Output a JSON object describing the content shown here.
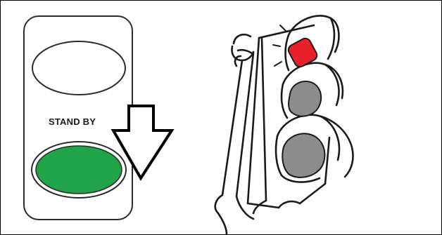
{
  "indicator_panel": {
    "label": "STAND BY",
    "top_lamp_color": "#ffffff",
    "bottom_lamp_color": "#1fa447"
  },
  "arrow": {
    "direction": "down",
    "icon": "arrow-down-outline-icon"
  },
  "traffic_light": {
    "icon": "traffic-light-icon",
    "active_signal": "red",
    "top_lamp_color": "#e8202a",
    "middle_lamp_color": "#8c8c8c",
    "bottom_lamp_color": "#8c8c8c"
  }
}
